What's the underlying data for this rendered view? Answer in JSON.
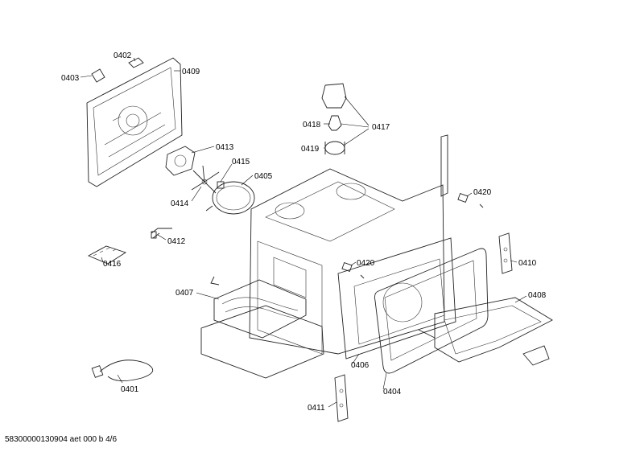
{
  "labels": {
    "l0402": "0402",
    "l0403": "0403",
    "l0409": "0409",
    "l0413": "0413",
    "l0415": "0415",
    "l0405": "0405",
    "l0414": "0414",
    "l0412": "0412",
    "l0416": "0416",
    "l0407": "0407",
    "l0401": "0401",
    "l0418": "0418",
    "l0417": "0417",
    "l0419": "0419",
    "l0420a": "0420",
    "l0420b": "0420",
    "l0410": "0410",
    "l0408": "0408",
    "l0406": "0406",
    "l0404": "0404",
    "l0411": "0411"
  },
  "footer": "58300000130904 aet 000 b 4/6"
}
